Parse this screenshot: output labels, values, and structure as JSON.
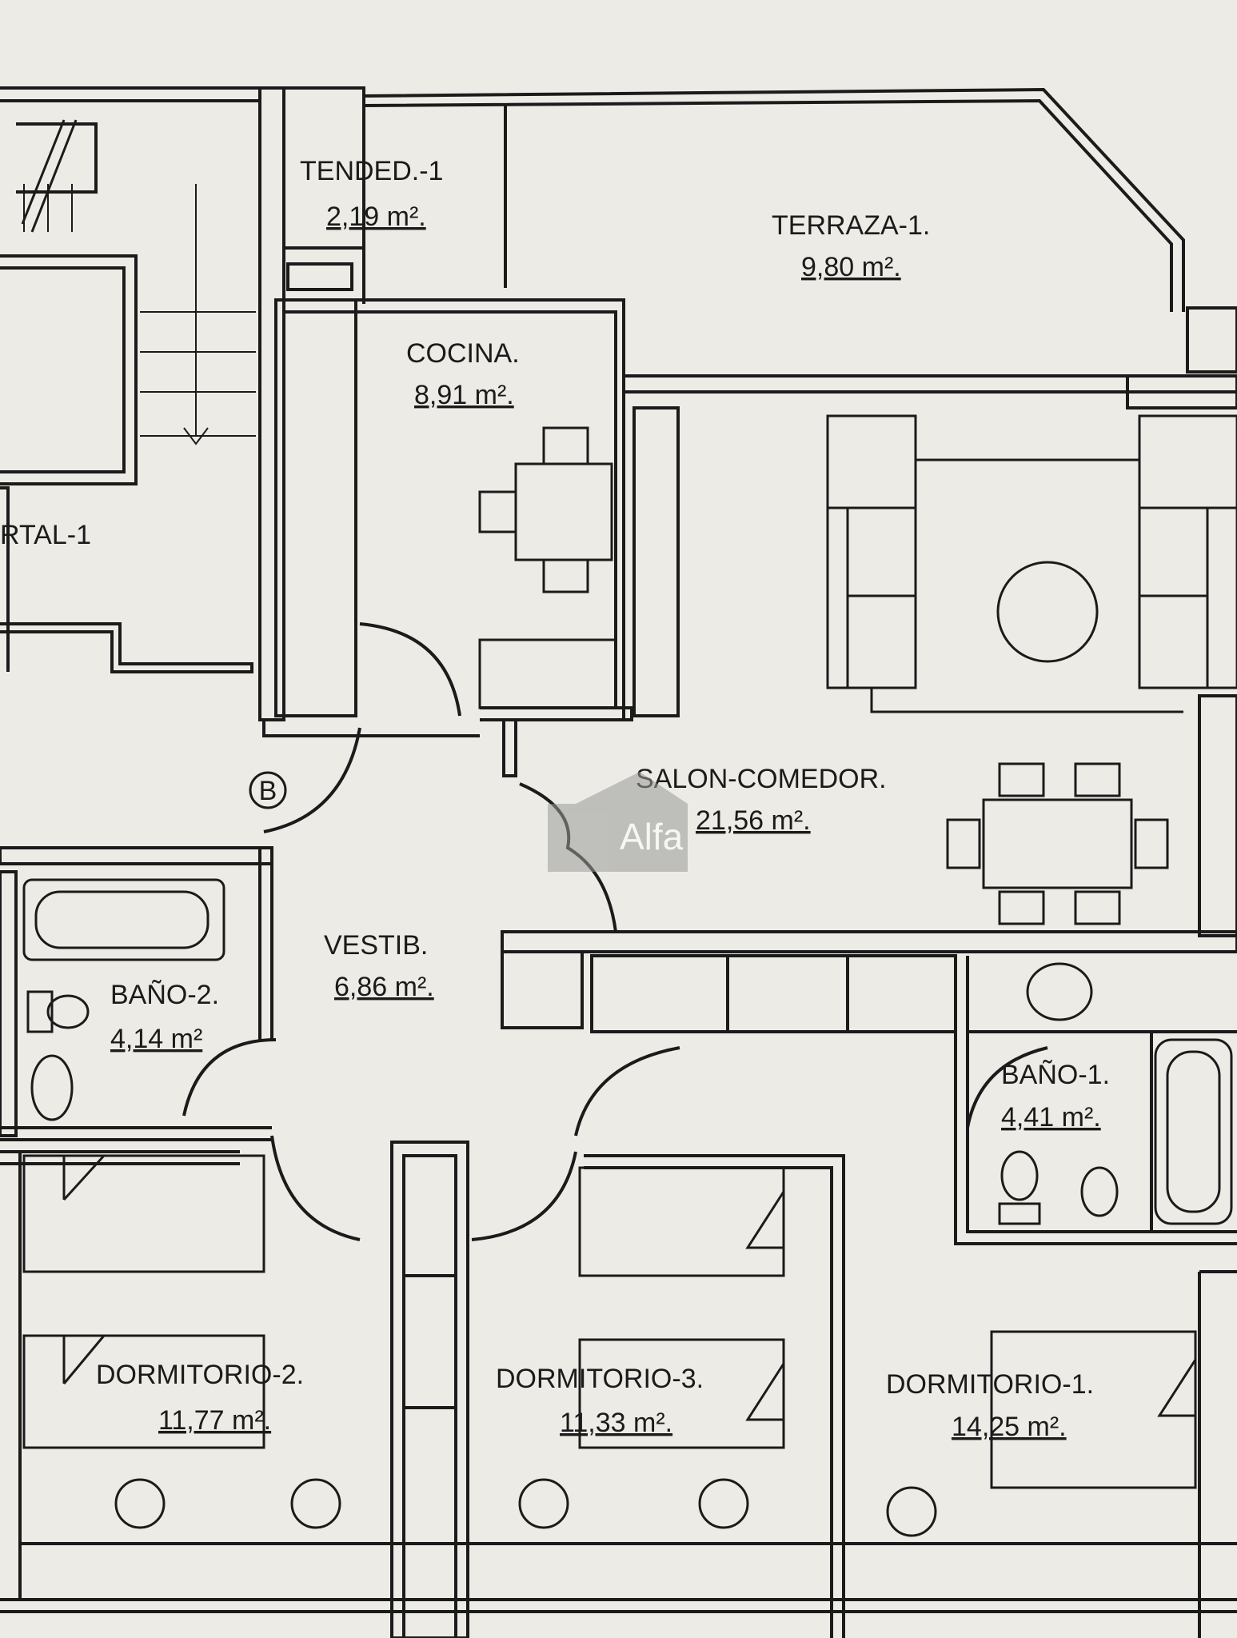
{
  "plan": {
    "colors": {
      "paper": "#ecebe5",
      "ink": "#1b1b1b",
      "watermark": "#9a9a9a"
    },
    "rooms": {
      "tendedero": {
        "name": "TENDED.-1",
        "area": "2,19 m²."
      },
      "terraza": {
        "name": "TERRAZA-1.",
        "area": "9,80 m²."
      },
      "cocina": {
        "name": "COCINA.",
        "area": "8,91 m²."
      },
      "portal": {
        "name": "RTAL-1"
      },
      "salon": {
        "name": "SALON-COMEDOR.",
        "area": "21,56 m²."
      },
      "vestibulo": {
        "name": "VESTIB.",
        "area": "6,86 m²."
      },
      "bano2": {
        "name": "BAÑO-2.",
        "area": "4,14 m²"
      },
      "bano1": {
        "name": "BAÑO-1.",
        "area": "4,41 m²."
      },
      "dormitorio2": {
        "name": "DORMITORIO-2.",
        "area": "11,77 m²."
      },
      "dormitorio3": {
        "name": "DORMITORIO-3.",
        "area": "11,33 m²."
      },
      "dormitorio1": {
        "name": "DORMITORIO-1.",
        "area": "14,25 m²."
      }
    },
    "marker": {
      "label": "B"
    },
    "watermark": {
      "text": "Alfa"
    }
  }
}
